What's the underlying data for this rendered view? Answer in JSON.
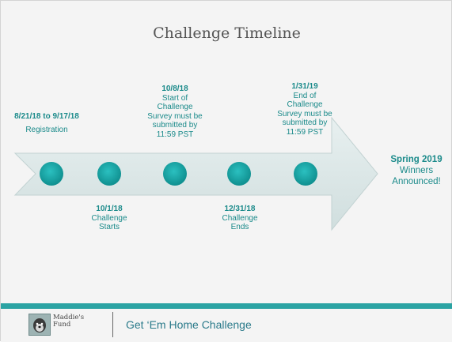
{
  "title": "Challenge Timeline",
  "milestones_top": [
    {
      "date": "8/21/18 to 9/17/18",
      "text": "Registration"
    },
    {
      "date": "10/8/18",
      "text": "Start of Challenge Survey must be submitted by 11:59 PST"
    },
    {
      "date": "1/31/19",
      "text": "End of Challenge Survey must be submitted by 11:59 PST"
    }
  ],
  "milestones_bottom": [
    {
      "date": "10/1/18",
      "text": "Challenge Starts"
    },
    {
      "date": "12/31/18",
      "text": "Challenge Ends"
    }
  ],
  "final": {
    "date": "Spring 2019",
    "text": "Winners Announced!"
  },
  "footer": {
    "logo_text": "Maddie's Fund",
    "title": "Get ‘Em Home Challenge"
  },
  "colors": {
    "accent": "#2ba3a3",
    "dot": "#18a3a3",
    "arrow": "#dfeaea",
    "text_teal": "#1a8a8a"
  }
}
